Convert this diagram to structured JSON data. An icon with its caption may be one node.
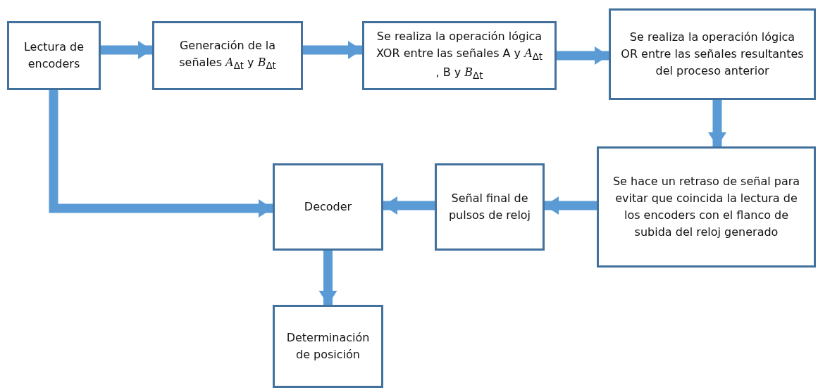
{
  "diagram": {
    "nodes": [
      {
        "text": [
          "Lectura de encoders"
        ]
      },
      {
        "text": [
          "Generación de la señales *A*$_{Δt}$ y *B*$_{Δt}$"
        ]
      },
      {
        "text": [
          "Se realiza la operación lógica XOR entre las señales A y *A*$_{Δt}$ , B y *B*$_{Δt}$"
        ]
      },
      {
        "text": [
          "Se realiza la operación lógica OR entre las señales resultantes del proceso anterior"
        ]
      },
      {
        "text": [
          "Se hace un retraso de señal para evitar que coincida la lectura de los encoders con el flanco de subida del reloj generado"
        ]
      },
      {
        "text": [
          "Señal final de pulsos de reloj"
        ]
      },
      {
        "text": [
          "Decoder"
        ]
      },
      {
        "text": [
          "Determinación de posición"
        ]
      }
    ],
    "edges": [
      {
        "from": 0,
        "to": 1,
        "arrow": "to",
        "color": "#5b9bd5"
      },
      {
        "from": 1,
        "to": 2,
        "arrow": "to",
        "color": "#5b9bd5"
      },
      {
        "from": 2,
        "to": 3,
        "arrow": "to",
        "color": "#5b9bd5"
      },
      {
        "from": 3,
        "to": 4,
        "arrow": "to",
        "color": "#5b9bd5"
      },
      {
        "from": 4,
        "to": 5,
        "arrow": "to",
        "color": "#5b9bd5"
      },
      {
        "from": 5,
        "to": 6,
        "arrow": "to",
        "color": "#5b9bd5"
      },
      {
        "from": 0,
        "to": 6,
        "arrow": "to",
        "color": "#5b9bd5"
      },
      {
        "from": 6,
        "to": 7,
        "arrow": "to",
        "color": "#5b9bd5"
      }
    ]
  }
}
